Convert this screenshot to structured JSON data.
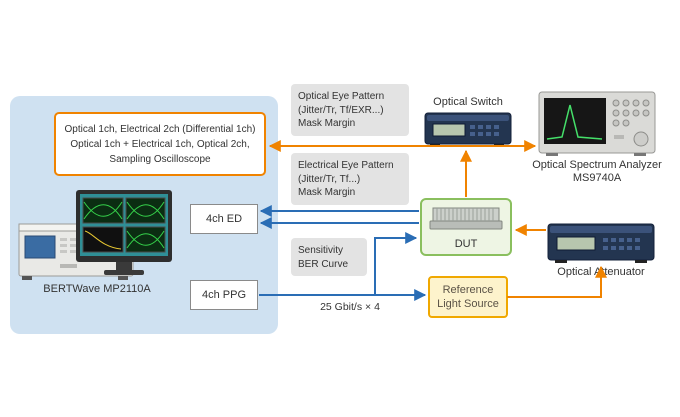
{
  "colors": {
    "orange": "#f08300",
    "blue": "#2a6db5",
    "panel_blue": "#cfe1f1",
    "gray_box": "#e3e3e3",
    "dut_border": "#8abf5e",
    "dut_bg": "#eef5e4",
    "rls_border": "#f0a800",
    "rls_bg": "#fdf3cc",
    "text": "#333333"
  },
  "bertwave": {
    "config_lines": [
      "Optical 1ch, Electrical 2ch (Differential 1ch)",
      "Optical 1ch + Electrical 1ch, Optical 2ch,",
      "Sampling Oscilloscope"
    ],
    "label": "BERTWave MP2110A",
    "ed": "4ch ED",
    "ppg": "4ch PPG"
  },
  "annotations": {
    "optical_eye": [
      "Optical Eye Pattern",
      "(Jitter/Tr, Tf/EXR...)",
      "Mask Margin"
    ],
    "electrical_eye": [
      "Electrical Eye Pattern",
      "(Jitter/Tr, Tf...)",
      "Mask Margin"
    ],
    "sensitivity": [
      "Sensitivity",
      "BER Curve"
    ],
    "bitrate": "25 Gbit/s × 4"
  },
  "devices": {
    "optical_switch": "Optical Switch",
    "osa_line1": "Optical Spectrum Analyzer",
    "osa_line2": "MS9740A",
    "dut": "DUT",
    "rls_line1": "Reference",
    "rls_line2": "Light Source",
    "attenuator": "Optical Attenuator"
  }
}
